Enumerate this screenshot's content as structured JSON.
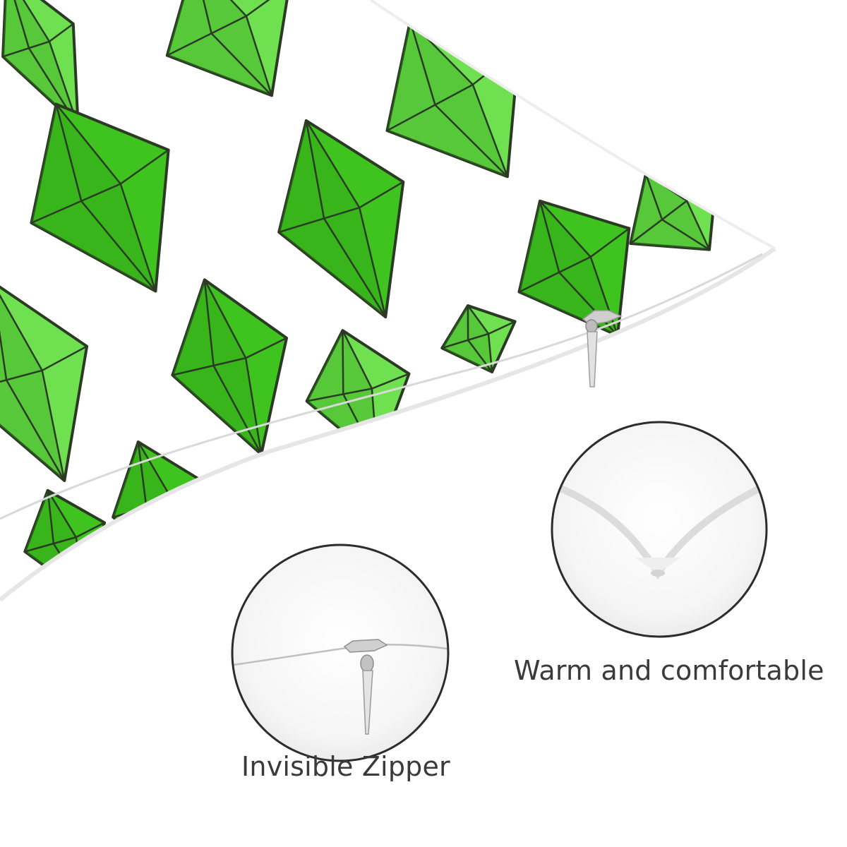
{
  "product": {
    "pattern": "green-gem-diamond-pattern",
    "colors": {
      "gem_light": "#6fe04f",
      "gem_mid": "#3fc41f",
      "gem_dark": "#2a9a14",
      "outline": "#2b3a24",
      "fabric": "#ffffff",
      "circle_border": "#2c2c2c"
    }
  },
  "details": [
    {
      "label": "Warm and comfortable",
      "icon": "fabric-closeup-icon"
    },
    {
      "label": "Invisible Zipper",
      "icon": "zipper-closeup-icon"
    }
  ]
}
